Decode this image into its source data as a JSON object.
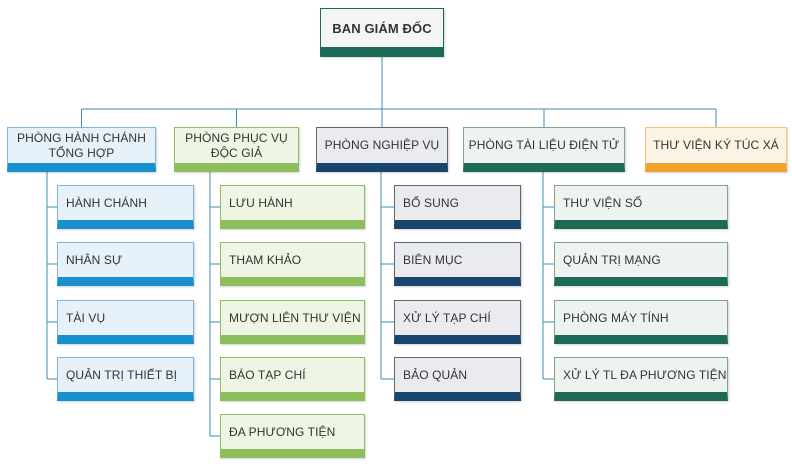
{
  "root": {
    "label": "BAN GIÁM ĐỐC"
  },
  "departments": [
    {
      "label": "PHÒNG HÀNH CHÁNH\nTỔNG HỢP",
      "children": [
        "HÀNH CHÁNH",
        "NHÂN SỰ",
        "TÀI VỤ",
        "QUẢN TRỊ THIẾT BỊ"
      ]
    },
    {
      "label": "PHÒNG PHỤC VỤ\nĐỘC GIẢ",
      "children": [
        "LƯU HÀNH",
        "THAM KHẢO",
        "MƯỢN LIÊN THƯ VIỆN",
        "BÁO TẠP CHÍ",
        "ĐA PHƯƠNG TIỆN"
      ]
    },
    {
      "label": "PHÒNG NGHIỆP VỤ",
      "children": [
        "BỔ SUNG",
        "BIÊN MỤC",
        "XỬ LÝ TẠP CHÍ",
        "BẢO QUẢN"
      ]
    },
    {
      "label": "PHÒNG TÀI LIỆU ĐIỆN TỬ",
      "children": [
        "THƯ VIỆN SỐ",
        "QUẢN TRỊ MẠNG",
        "PHÒNG MÁY TÍNH",
        "XỬ LÝ TL ĐA PHƯƠNG TIỆN"
      ]
    },
    {
      "label": "THƯ VIỆN KÝ TÚC XÁ",
      "children": []
    }
  ],
  "colors": {
    "root": {
      "fill": "#f4f6f6",
      "border": "#1d6b56",
      "bar": "#1d6b56"
    },
    "blue": {
      "fill": "#e6f1fa",
      "border": "#7fb6d8",
      "bar": "#1a8fcd"
    },
    "green": {
      "fill": "#eef5e4",
      "border": "#8fbf62",
      "bar": "#8cbf5c"
    },
    "navy": {
      "fill": "#e9ebee",
      "border": "#5a6878",
      "bar": "#17456b"
    },
    "teal": {
      "fill": "#eef3ef",
      "border": "#7fa596",
      "bar": "#1d6b56"
    },
    "orange": {
      "fill": "#fdf3e4",
      "border": "#f2c47c",
      "bar": "#eea32b"
    },
    "line": "#3d8cb5"
  }
}
